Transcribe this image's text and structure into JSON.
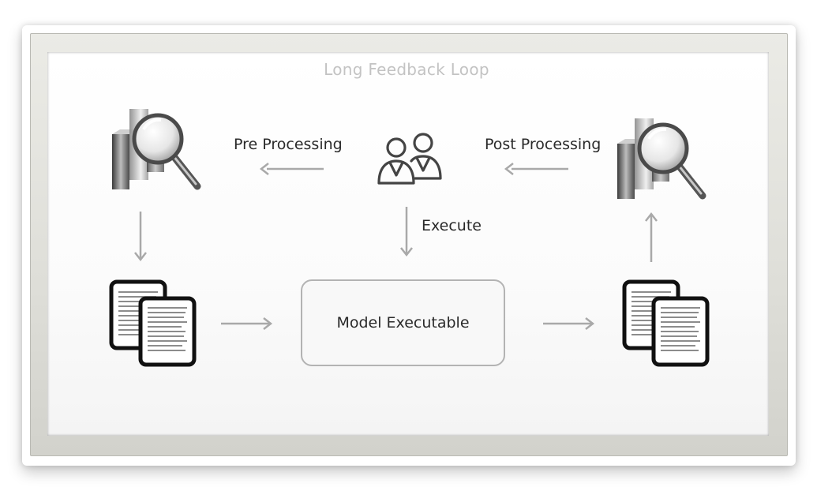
{
  "diagram": {
    "title": "Long Feedback Loop",
    "labels": {
      "pre_processing": "Pre Processing",
      "post_processing": "Post Processing",
      "execute": "Execute"
    },
    "nodes": {
      "model_executable": "Model Executable"
    },
    "icons": {
      "left_analysis": "chart-magnifier-icon",
      "right_analysis": "chart-magnifier-icon",
      "users": "users-icon",
      "input_documents": "documents-icon",
      "output_documents": "documents-icon"
    },
    "colors": {
      "arrow": "#a9a9a9",
      "frame": "#deded8",
      "title_text": "#c3c3c3"
    }
  }
}
